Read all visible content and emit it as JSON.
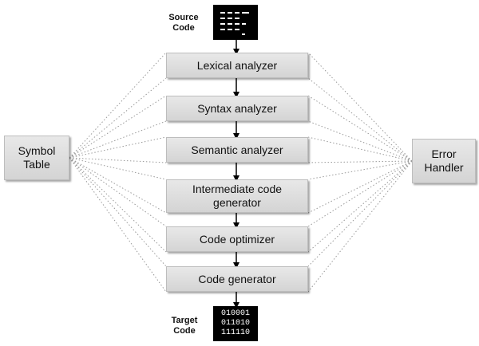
{
  "source": {
    "label_line1": "Source",
    "label_line2": "Code"
  },
  "target": {
    "label_line1": "Target",
    "label_line2": "Code",
    "binary_lines": [
      "010001",
      "011010",
      "111110"
    ]
  },
  "phases": [
    {
      "id": "lexical",
      "line1": "Lexical analyzer",
      "line2": ""
    },
    {
      "id": "syntax",
      "line1": "Syntax analyzer",
      "line2": ""
    },
    {
      "id": "semantic",
      "line1": "Semantic analyzer",
      "line2": ""
    },
    {
      "id": "intermediate",
      "line1": "Intermediate code",
      "line2": "generator"
    },
    {
      "id": "optimizer",
      "line1": "Code optimizer",
      "line2": ""
    },
    {
      "id": "codegen",
      "line1": "Code generator",
      "line2": ""
    }
  ],
  "symbol_table": {
    "line1": "Symbol",
    "line2": "Table"
  },
  "error_handler": {
    "line1": "Error",
    "line2": "Handler"
  },
  "colors": {
    "box_fill": "#dcdcdc",
    "arrow": "#000000",
    "dotted_link": "#9a9a9a",
    "code_block": "#000000"
  }
}
